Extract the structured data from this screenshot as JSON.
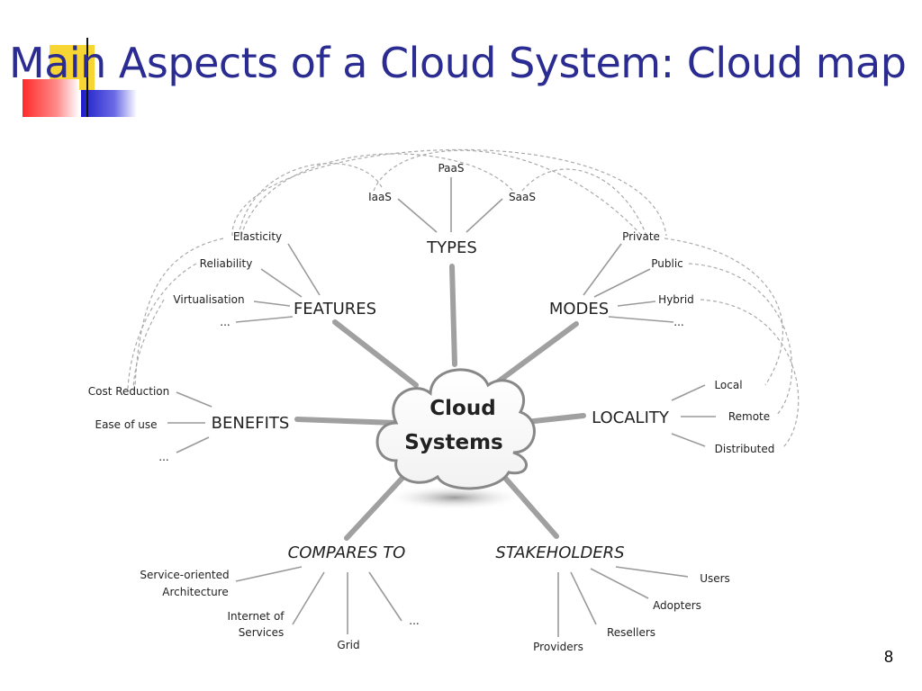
{
  "title": "Main Aspects of a Cloud System: Cloud map",
  "page_number": "8",
  "colors": {
    "title": "#2b2c92",
    "accent_yellow": "#f7d634",
    "accent_red": "#f03c3c",
    "accent_blue": "#2c2cc8"
  },
  "diagram": {
    "center": {
      "line1": "Cloud",
      "line2": "Systems"
    },
    "types": {
      "label": "TYPES",
      "items": [
        "IaaS",
        "PaaS",
        "SaaS"
      ]
    },
    "features": {
      "label": "FEATURES",
      "items": [
        "Elasticity",
        "Reliability",
        "Virtualisation",
        "..."
      ]
    },
    "modes": {
      "label": "MODES",
      "items": [
        "Private",
        "Public",
        "Hybrid",
        "..."
      ]
    },
    "benefits": {
      "label": "BENEFITS",
      "items": [
        "Cost Reduction",
        "Ease of use",
        "..."
      ]
    },
    "locality": {
      "label": "LOCALITY",
      "items": [
        "Local",
        "Remote",
        "Distributed"
      ]
    },
    "compares_to": {
      "label": "COMPARES TO",
      "items": [
        "Service-oriented",
        "Architecture",
        "Internet of",
        "Services",
        "Grid",
        "..."
      ]
    },
    "stakeholders": {
      "label": "STAKEHOLDERS",
      "items": [
        "Users",
        "Adopters",
        "Resellers",
        "Providers"
      ]
    }
  }
}
